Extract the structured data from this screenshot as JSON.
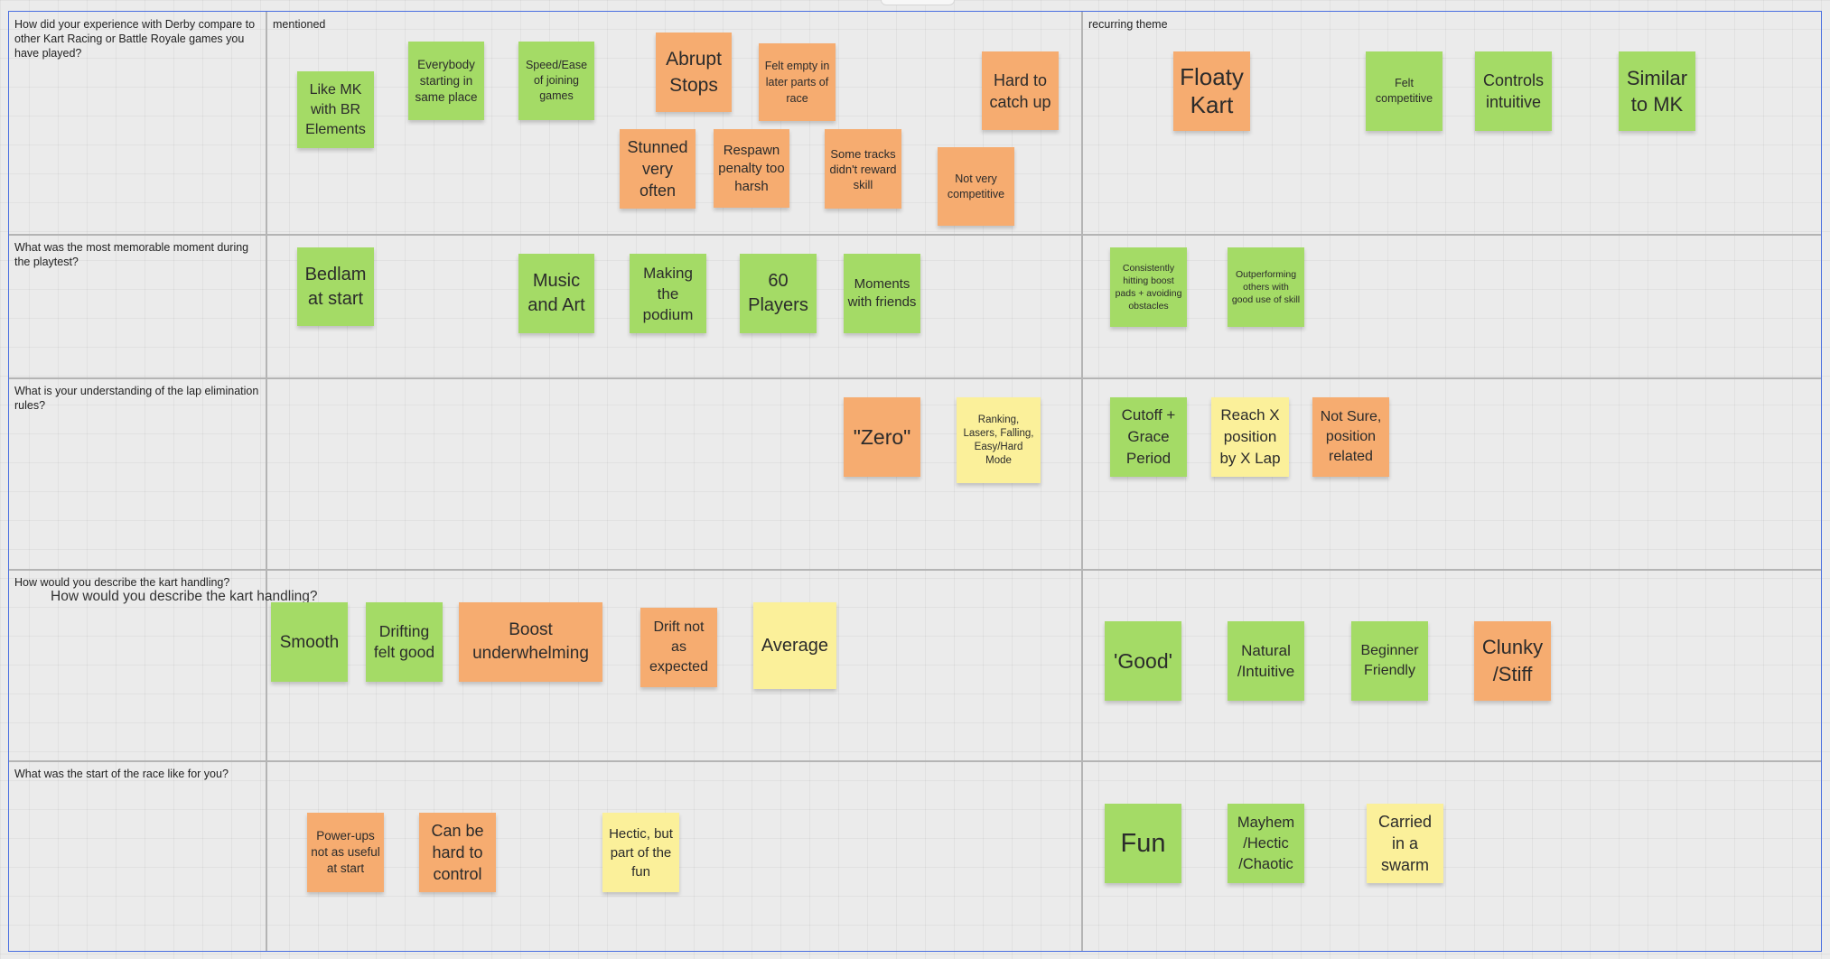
{
  "columns": {
    "mentioned": "mentioned",
    "recurring": "recurring theme"
  },
  "duplicate_label": "How would you describe the kart handling?",
  "rows": [
    {
      "question": "How did your experience with Derby compare to other Kart Racing or Battle Royale games you have played?",
      "mentioned": [
        {
          "text": "Like MK with BR Elements",
          "color": "green"
        },
        {
          "text": "Everybody starting in same place",
          "color": "green"
        },
        {
          "text": "Speed/Ease of joining games",
          "color": "green"
        },
        {
          "text": "Abrupt Stops",
          "color": "orange"
        },
        {
          "text": "Felt empty in later parts of race",
          "color": "orange"
        },
        {
          "text": "Hard to catch up",
          "color": "orange"
        },
        {
          "text": "Stunned very often",
          "color": "orange"
        },
        {
          "text": "Respawn penalty too harsh",
          "color": "orange"
        },
        {
          "text": "Some tracks didn't reward skill",
          "color": "orange"
        },
        {
          "text": "Not very competitive",
          "color": "orange"
        }
      ],
      "recurring": [
        {
          "text": "Floaty Kart",
          "color": "orange"
        },
        {
          "text": "Felt competitive",
          "color": "green"
        },
        {
          "text": "Controls intuitive",
          "color": "green"
        },
        {
          "text": "Similar to MK",
          "color": "green"
        }
      ]
    },
    {
      "question": "What was the most memorable moment during the playtest?",
      "mentioned": [
        {
          "text": "Bedlam at start",
          "color": "green"
        },
        {
          "text": "Music and Art",
          "color": "green"
        },
        {
          "text": "Making the podium",
          "color": "green"
        },
        {
          "text": "60 Players",
          "color": "green"
        },
        {
          "text": "Moments with friends",
          "color": "green"
        }
      ],
      "recurring": [
        {
          "text": "Consistently hitting boost pads + avoiding obstacles",
          "color": "green"
        },
        {
          "text": "Outperforming others with good use of skill",
          "color": "green"
        }
      ]
    },
    {
      "question": "What is your understanding of the lap elimination rules?",
      "mentioned": [
        {
          "text": "\"Zero\"",
          "color": "orange"
        },
        {
          "text": "Ranking, Lasers, Falling, Easy/Hard Mode",
          "color": "yellow"
        }
      ],
      "recurring": [
        {
          "text": "Cutoff + Grace Period",
          "color": "green"
        },
        {
          "text": "Reach X position by X Lap",
          "color": "yellow"
        },
        {
          "text": "Not Sure, position related",
          "color": "orange"
        }
      ]
    },
    {
      "question": "How would you describe the kart handling?",
      "mentioned": [
        {
          "text": "Smooth",
          "color": "green"
        },
        {
          "text": "Drifting felt good",
          "color": "green"
        },
        {
          "text": "Boost underwhelming",
          "color": "orange"
        },
        {
          "text": "Drift not as expected",
          "color": "orange"
        },
        {
          "text": "Average",
          "color": "yellow"
        }
      ],
      "recurring": [
        {
          "text": "'Good'",
          "color": "green"
        },
        {
          "text": "Natural /Intuitive",
          "color": "green"
        },
        {
          "text": "Beginner Friendly",
          "color": "green"
        },
        {
          "text": "Clunky /Stiff",
          "color": "orange"
        }
      ]
    },
    {
      "question": "What was the start of the race like for you?",
      "mentioned": [
        {
          "text": "Power-ups not as useful at start",
          "color": "orange"
        },
        {
          "text": "Can be hard to control",
          "color": "orange"
        },
        {
          "text": "Hectic, but part of the fun",
          "color": "yellow"
        }
      ],
      "recurring": [
        {
          "text": "Fun",
          "color": "green"
        },
        {
          "text": "Mayhem /Hectic /Chaotic",
          "color": "green"
        },
        {
          "text": "Carried in a swarm",
          "color": "yellow"
        }
      ]
    }
  ]
}
